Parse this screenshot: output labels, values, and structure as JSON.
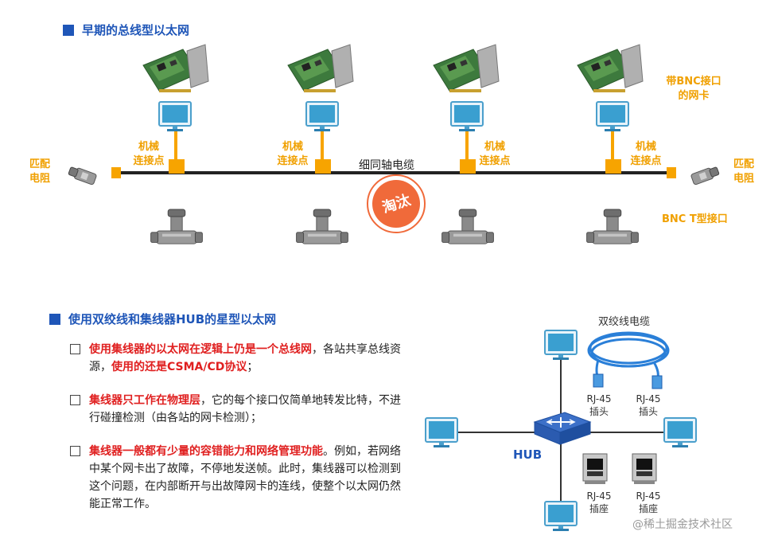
{
  "section1": {
    "title": "早期的总线型以太网",
    "mech_label": "机械\n连接点",
    "terminator_label": "匹配\n电阻",
    "nic_label": "带BNC接口\n的网卡",
    "cable_label": "细同轴电缆",
    "t_connector_label": "BNC T型接口",
    "stamp": "淘汰"
  },
  "section2": {
    "title": "使用双绞线和集线器HUB的星型以太网",
    "bullets": [
      {
        "red": "使用集线器的以太网在逻辑上仍是一个总线网",
        "plain1": "，各站共享总线资源，",
        "red2": "使用的还是CSMA/CD协议",
        "plain2": "；"
      },
      {
        "red": "集线器只工作在物理层",
        "plain1": "，它的每个接口仅简单地转发比特，不进行碰撞检测（由各站的网卡检测）；",
        "red2": "",
        "plain2": ""
      },
      {
        "red": "集线器一般都有少量的容错能力和网络管理功能",
        "plain1": "。例如，若网络中某个网卡出了故障，不停地发送帧。此时，集线器可以检测到这个问题，在内部断开与出故障网卡的连线，使整个以太网仍然能正常工作。",
        "red2": "",
        "plain2": ""
      }
    ],
    "hub_label": "HUB",
    "twisted_pair_label": "双绞线电缆",
    "rj45_plug": "RJ-45\n插头",
    "rj45_jack": "RJ-45\n插座"
  },
  "watermark": "@稀土掘金技术社区",
  "colors": {
    "blue": "#1f56b8",
    "orange": "#f0a000",
    "red": "#e02020",
    "monitor": "#3a9fd0"
  }
}
